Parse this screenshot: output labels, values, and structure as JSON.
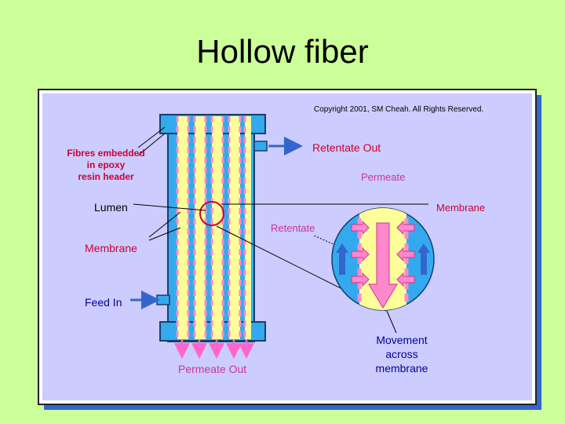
{
  "slide": {
    "title": "Hollow fiber"
  },
  "diagram": {
    "copyright": "Copyright 2001, SM Cheah. All Rights Reserved.",
    "labels": {
      "fibres_embedded_1": "Fibres embedded",
      "fibres_embedded_2": "in epoxy",
      "fibres_embedded_3": "resin header",
      "lumen": "Lumen",
      "membrane_left": "Membrane",
      "feed_in": "Feed In",
      "permeate_out": "Permeate Out",
      "retentate_out": "Retentate Out",
      "permeate": "Permeate",
      "membrane_right": "Membrane",
      "retentate": "Retentate",
      "movement_1": "Movement",
      "movement_2": "across",
      "movement_3": "membrane"
    },
    "colors": {
      "slide_bg": "#ccff99",
      "panel_bg": "#ccccff",
      "shell_blue": "#33aaee",
      "fibre_yellow": "#ffff99",
      "membrane_pink": "#ff88cc",
      "arrow_blue": "#3366cc",
      "label_red": "#cc0033",
      "label_navy": "#000099",
      "label_magenta": "#cc3399"
    }
  }
}
